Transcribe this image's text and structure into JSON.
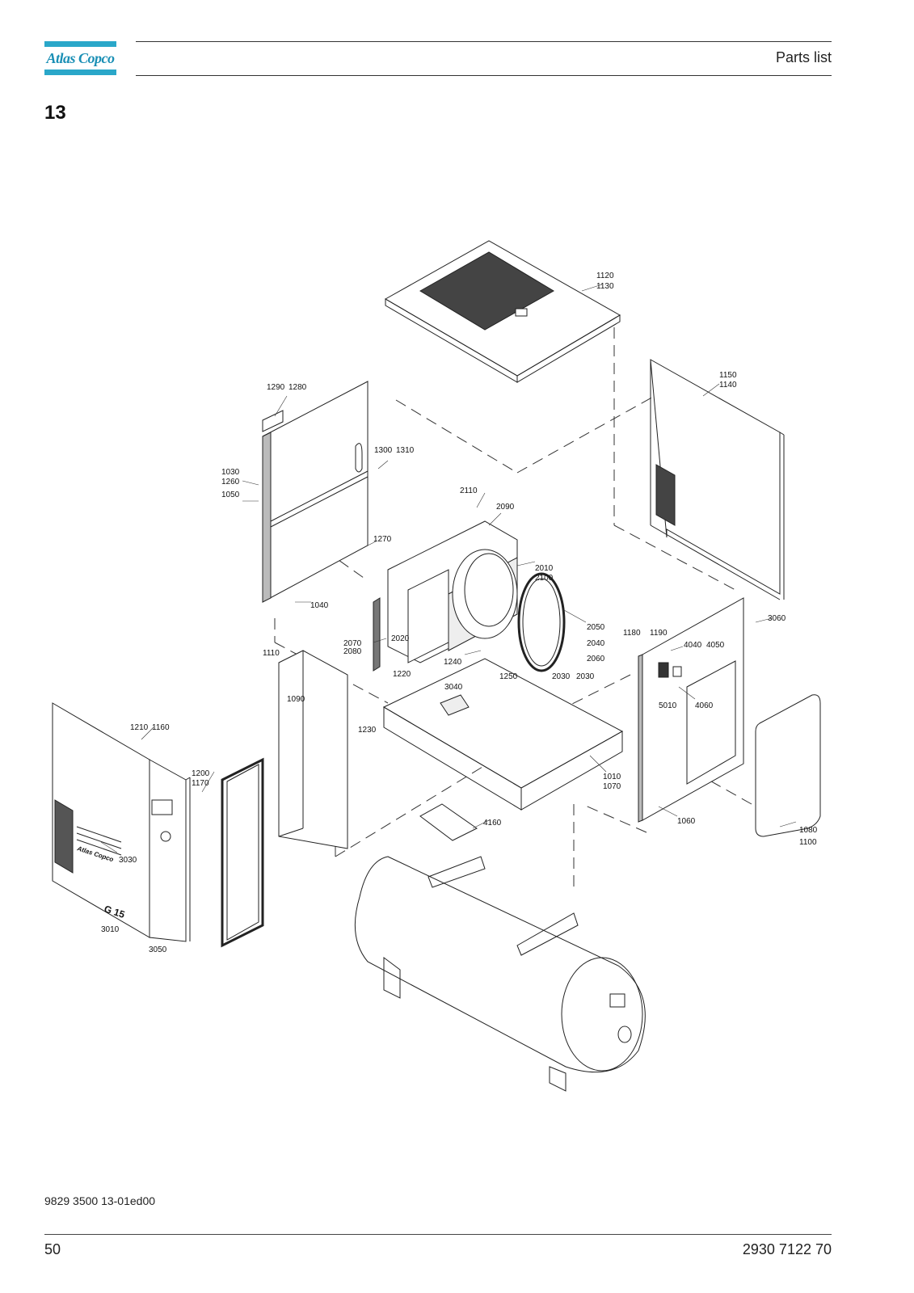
{
  "header": {
    "logo_text": "Atlas Copco",
    "title": "Parts list"
  },
  "section": {
    "number": "13"
  },
  "diagram": {
    "callouts": {
      "c1120": "1120",
      "c1130": "1130",
      "c1150": "1150",
      "c1140": "1140",
      "c1290": "1290",
      "c1280": "1280",
      "c1300": "1300",
      "c1310": "1310",
      "c1030": "1030",
      "c1260": "1260",
      "c1050": "1050",
      "c2110": "2110",
      "c2090": "2090",
      "c1270": "1270",
      "c2010": "2010",
      "c2100": "2100",
      "c1040": "1040",
      "c2050": "2050",
      "c2040": "2040",
      "c2060": "2060",
      "c2070": "2070",
      "c2080": "2080",
      "c2020": "2020",
      "c1110": "1110",
      "c1220": "1220",
      "c1240": "1240",
      "c1250": "1250",
      "c2030": "2030",
      "c1020": "2030",
      "c1180": "1180",
      "c1190": "1190",
      "c4040": "4040",
      "c4050": "4050",
      "c3060": "3060",
      "c3040": "3040",
      "c1090": "1090",
      "c1210": "1210",
      "c1160": "1160",
      "c1230": "1230",
      "c5010": "5010",
      "c4060": "4060",
      "c1200": "1200",
      "c1170": "1170",
      "c1010": "1010",
      "c1070": "1070",
      "c3030": "3030",
      "c4160": "4160",
      "c1060": "1060",
      "c1080": "1080",
      "c1100": "1100",
      "c3010": "3010",
      "c3050": "3050"
    },
    "door_lettering": "Atlas Copco",
    "door_badge": "G 15"
  },
  "footer": {
    "doc_ref": "9829 3500 13-01ed00",
    "page_number": "50",
    "part_number": "2930 7122 70"
  }
}
